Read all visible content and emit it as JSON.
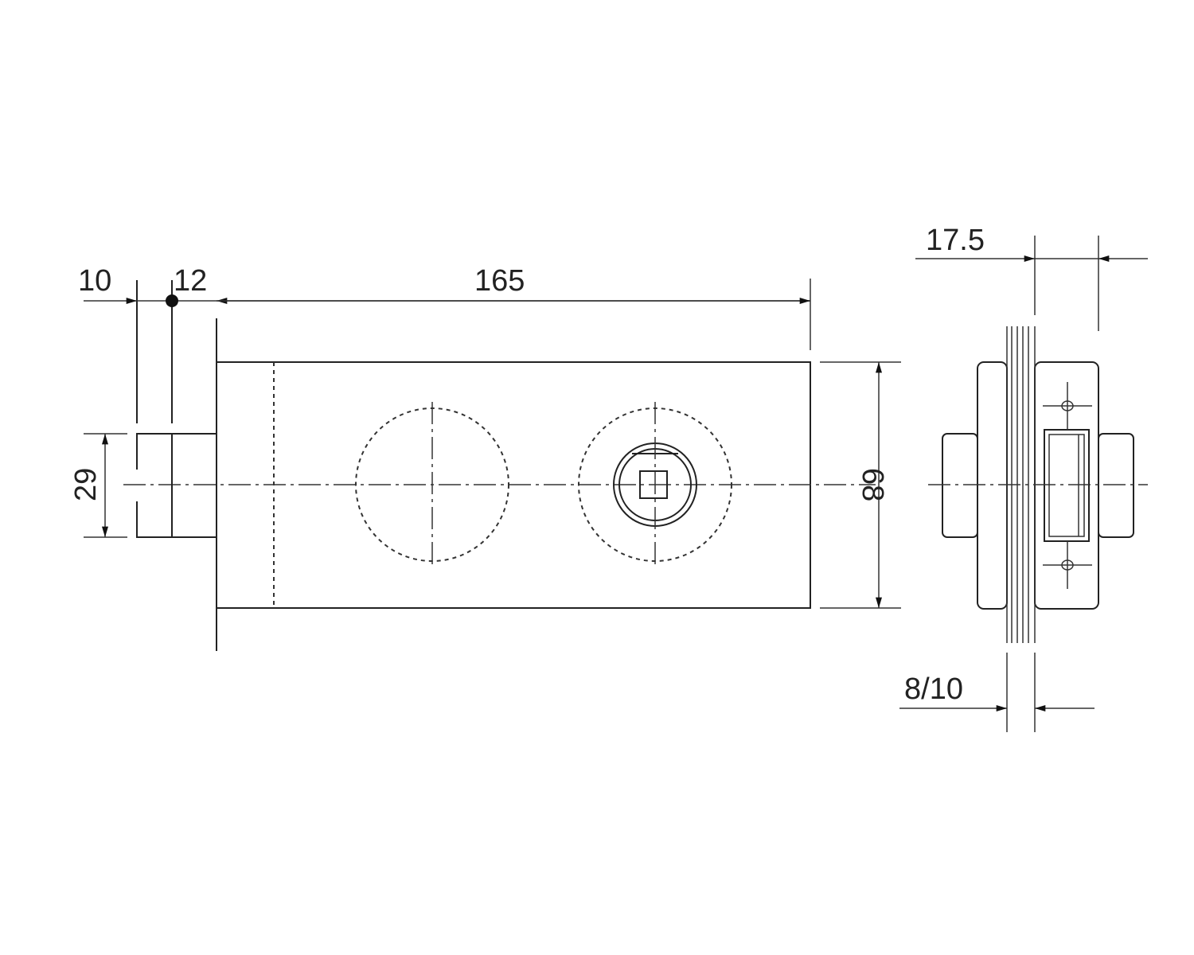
{
  "dimensions": {
    "backset_left": "10",
    "faceplate": "12",
    "length": "165",
    "latch_height": "29",
    "height": "68",
    "depth": "17.5",
    "glass_thickness": "8/10"
  },
  "colors": {
    "line": "#222222",
    "background": "#ffffff"
  }
}
